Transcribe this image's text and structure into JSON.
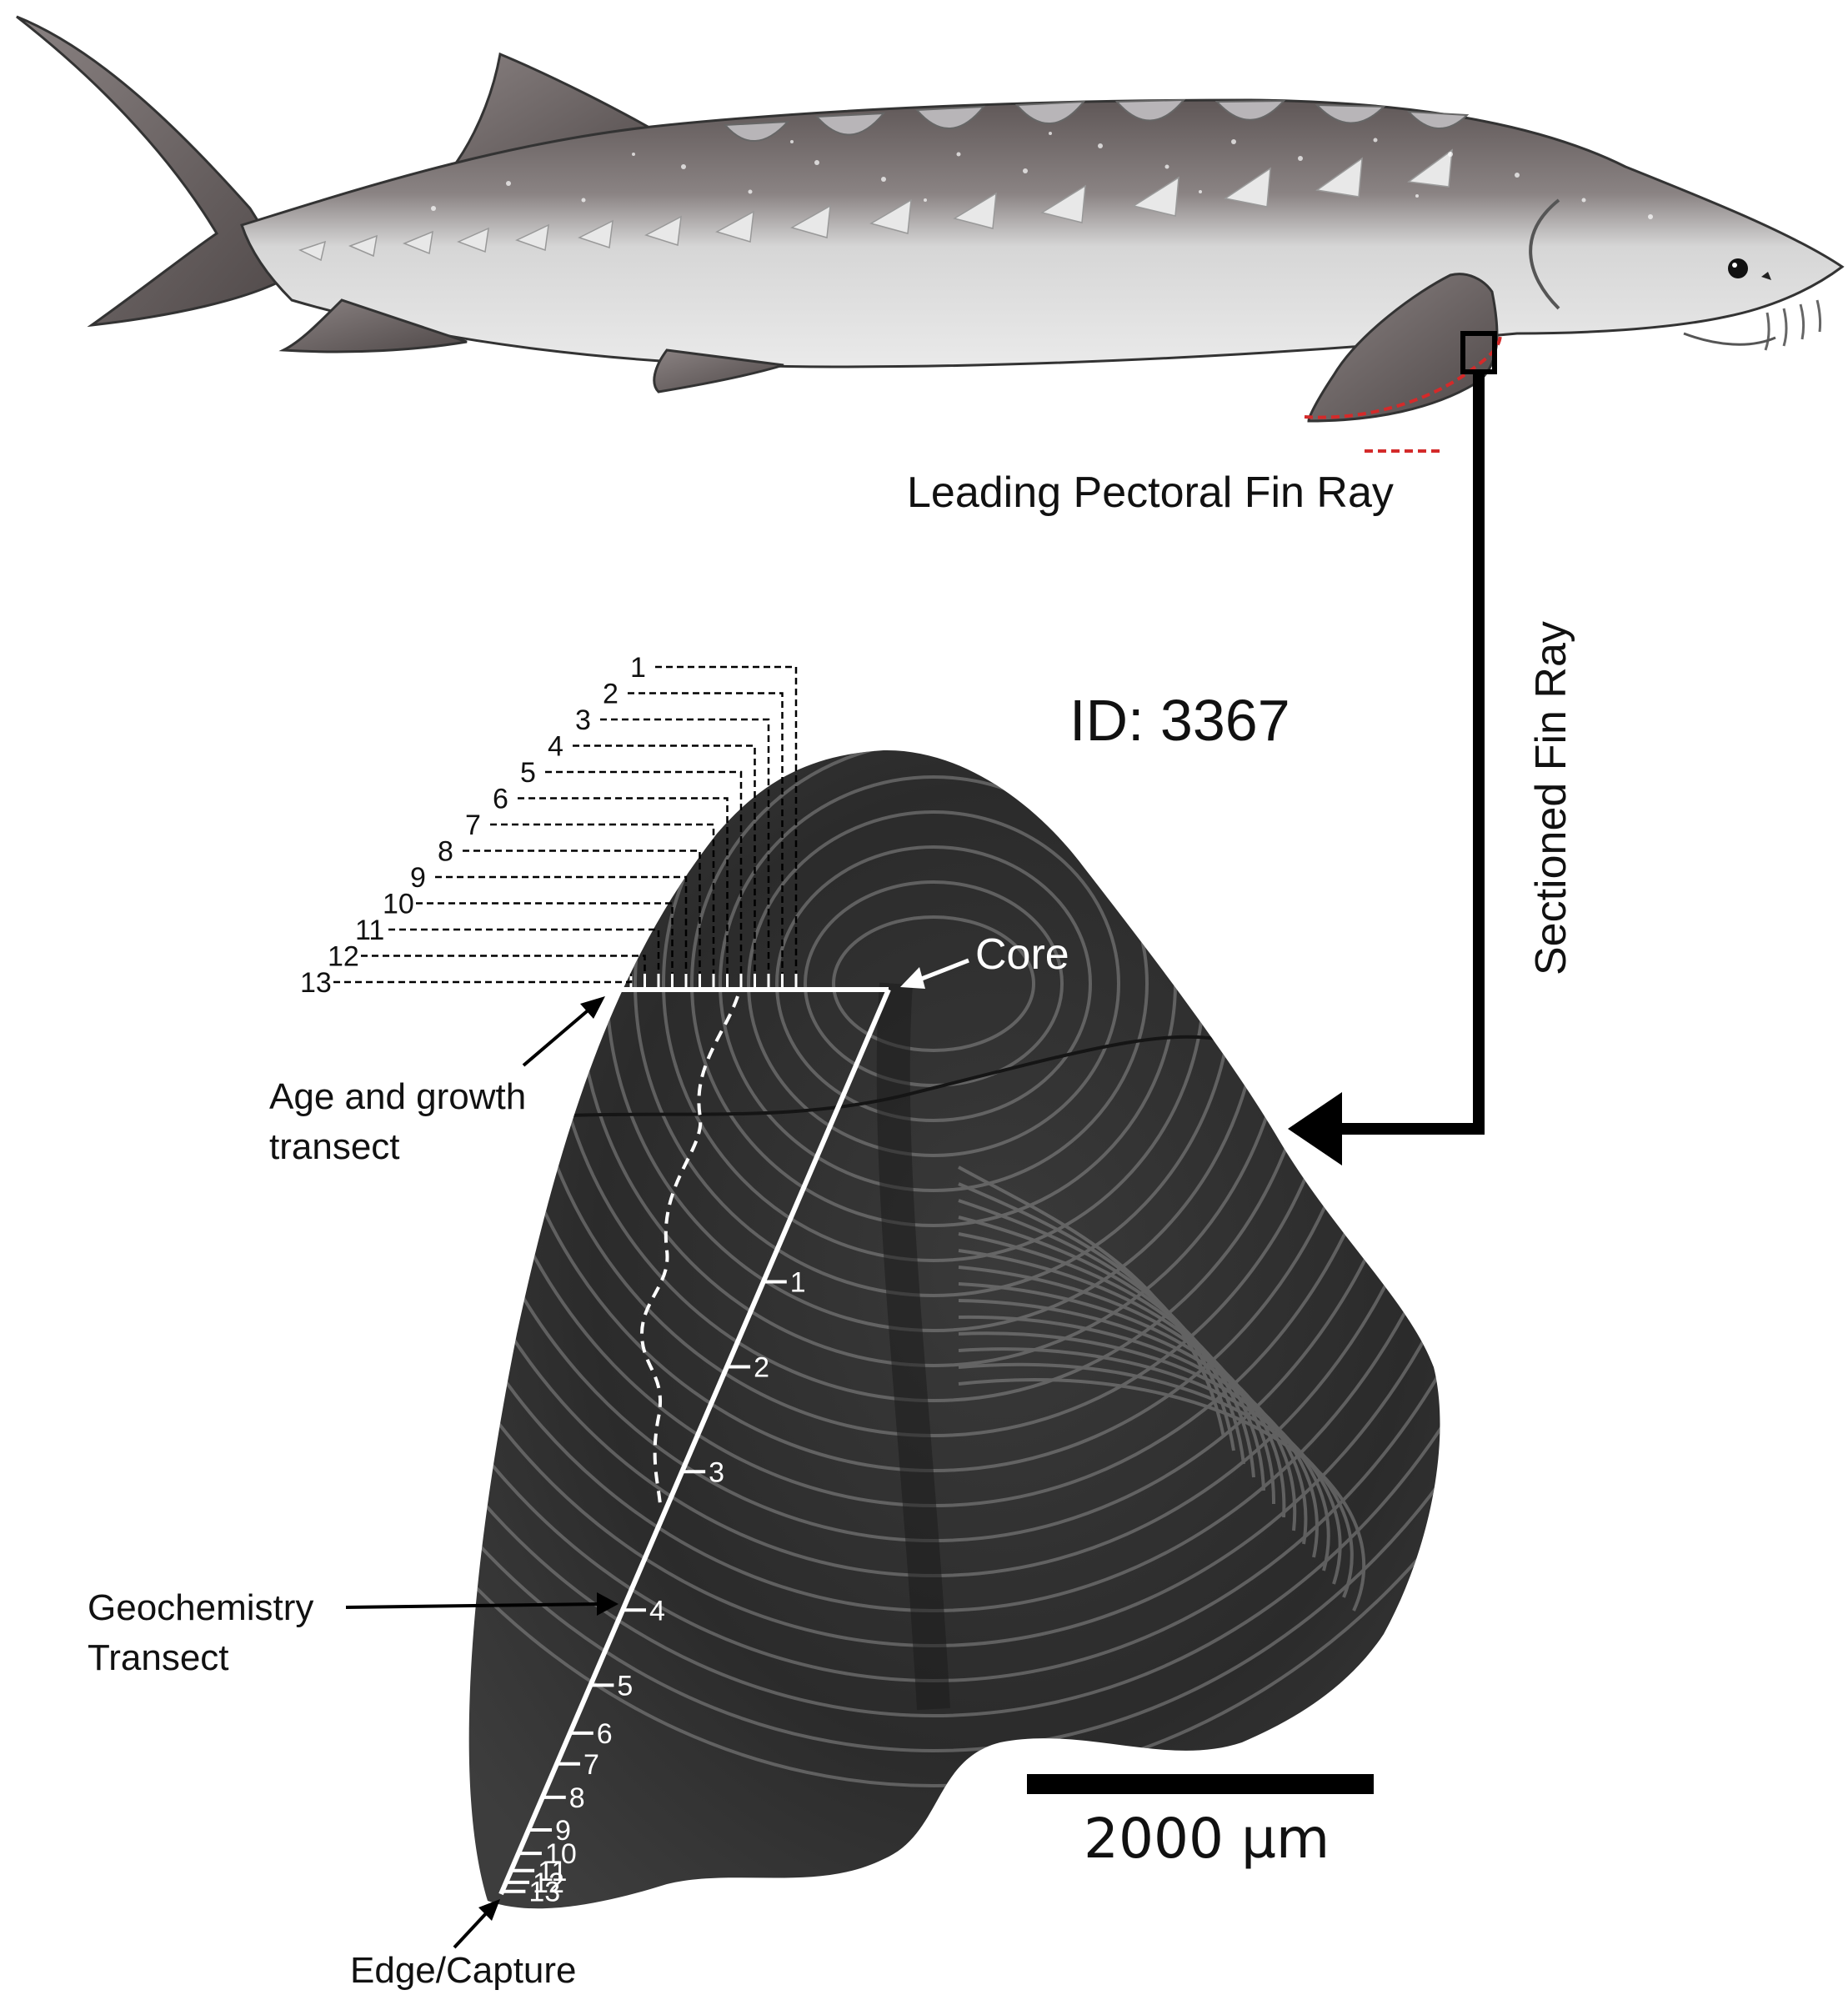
{
  "labels": {
    "fin_ray": "Leading Pectoral Fin Ray",
    "sectioned": "Sectioned Fin Ray",
    "id": "ID: 3367",
    "core": "Core",
    "age_growth_line1": "Age and growth",
    "age_growth_line2": "transect",
    "geochem_line1": "Geochemistry",
    "geochem_line2": "Transect",
    "edge": "Edge/Capture",
    "scale": "2000 µm"
  },
  "annuli": [
    "1",
    "2",
    "3",
    "4",
    "5",
    "6",
    "7",
    "8",
    "9",
    "10",
    "11",
    "12",
    "13"
  ],
  "colors": {
    "fish_dark": "#6e6565",
    "fish_light": "#e2e2e2",
    "section_dark": "#2a2a2a",
    "transect": "#ffffff",
    "red_dash": "#d42a2a"
  }
}
